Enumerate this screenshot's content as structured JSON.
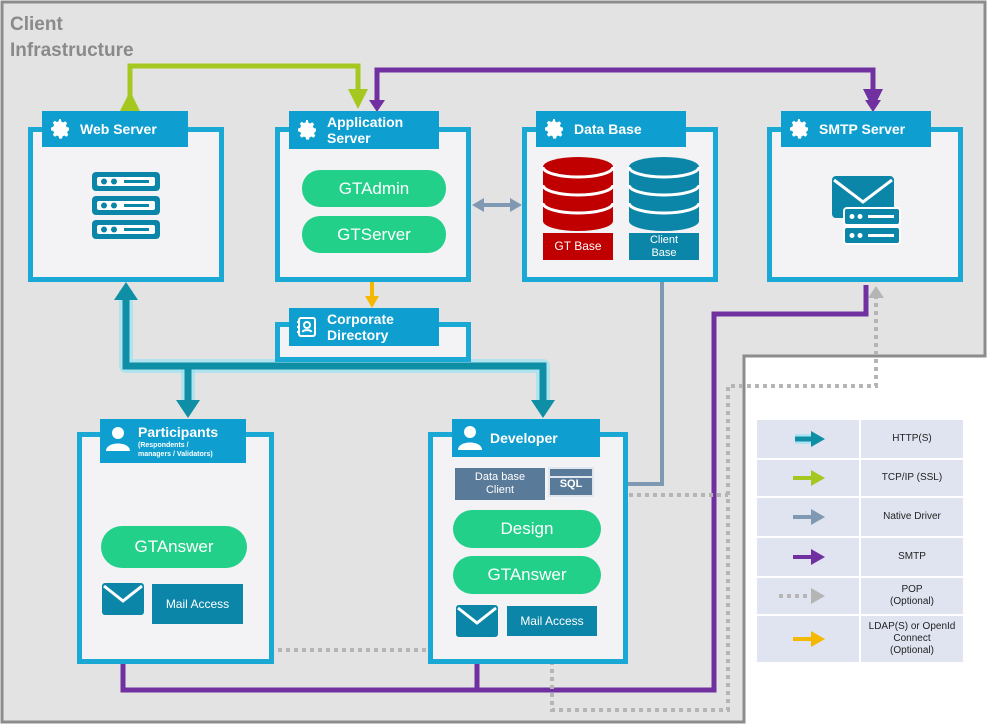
{
  "title": {
    "line1": "Client",
    "line2": "Infrastructure"
  },
  "servers": {
    "web": "Web Server",
    "app_line1": "Application",
    "app_line2": "Server",
    "db": "Data Base",
    "smtp": "SMTP Server",
    "corp_line1": "Corporate",
    "corp_line2": "Directory"
  },
  "app": {
    "gtadmin": "GTAdmin",
    "gtserver": "GTServer"
  },
  "db": {
    "gt_base": "GT Base",
    "client_line1": "Client",
    "client_line2": "Base"
  },
  "participants": {
    "title": "Participants",
    "sub_line1": "(Respondents /",
    "sub_line2": "managers / Validators)",
    "gtanswer": "GTAnswer",
    "mail_access": "Mail Access"
  },
  "developer": {
    "title": "Developer",
    "dbclient_line1": "Data base",
    "dbclient_line2": "Client",
    "sql": "SQL",
    "design": "Design",
    "gtanswer": "GTAnswer",
    "mail_access": "Mail Access"
  },
  "legend": [
    {
      "label": "HTTP(S)",
      "color": "#0f9ed0",
      "style": "solid"
    },
    {
      "label": "TCP/IP (SSL)",
      "color": "#a5c820",
      "style": "solid"
    },
    {
      "label": "Native Driver",
      "color": "#8099b3",
      "style": "solid"
    },
    {
      "label": "SMTP",
      "color": "#7030a0",
      "style": "solid"
    },
    {
      "label": "POP\n(Optional)",
      "color": "#bfbfbf",
      "style": "dotted"
    },
    {
      "label": "LDAP(S) or OpenId\nConnect\n(Optional)",
      "color": "#f5b800",
      "style": "solid"
    }
  ],
  "colors": {
    "accent": "#0f9ed0",
    "frame": "#1aa9d4",
    "pill": "#22d08a",
    "infra_bg": "#e3e3e3",
    "gt_base": "#c00000"
  }
}
